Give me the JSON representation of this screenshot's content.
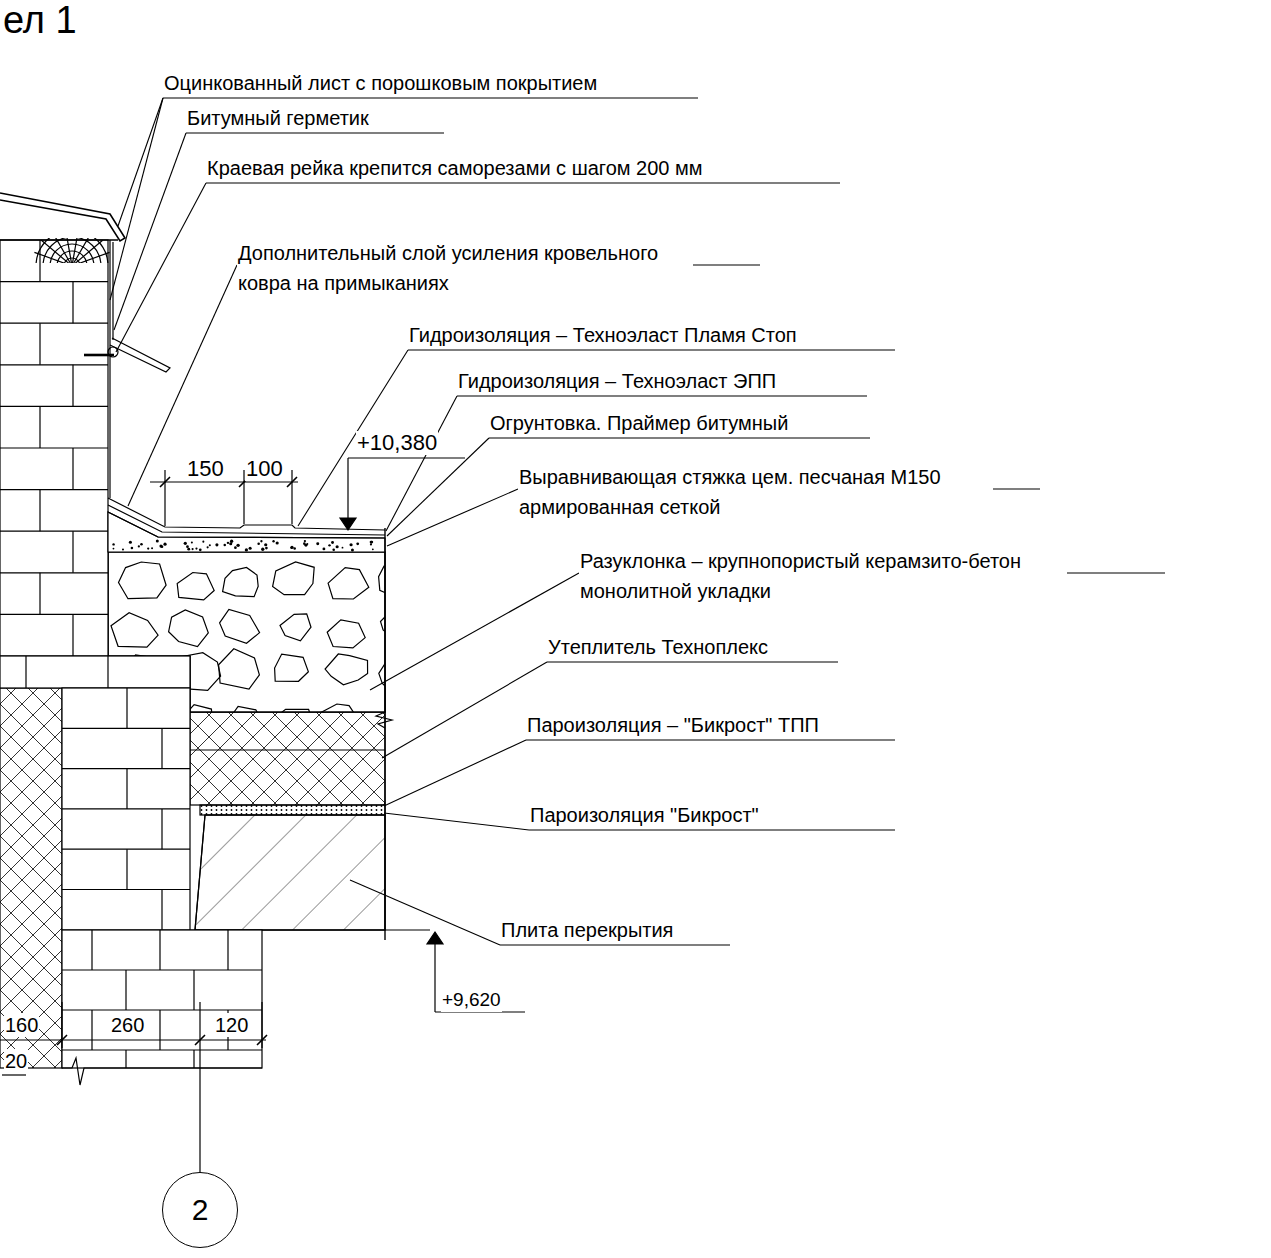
{
  "diagram": {
    "title": "ел 1",
    "nodes": [
      {
        "text": [
          "2"
        ]
      }
    ],
    "labels": [
      "Оцинкованный лист с порошковым покрытием",
      "Битумный герметик",
      "Краевая рейка крепится саморезами с шагом 200 мм",
      "Дополнительный слой усиления кровельного ковра на примыканиях",
      "Гидроизоляция – Техноэласт Пламя Стоп",
      "Гидроизоляция – Техноэласт ЭПП",
      "Огрунтовка. Праймер битумный",
      "Выравнивающая стяжка цем. песчаная М150 армированная сеткой",
      "Разуклонка – крупнопористый керамзито-бетон монолитной укладки",
      "Утеплитель Техноплекс",
      "Пароизоляция – \"Бикрост\" ТПП",
      "Пароизоляция \"Бикрост\"",
      "Плита перекрытия",
      "+10,380",
      "150",
      "100",
      "+9,620",
      "160",
      "260",
      "120",
      "20"
    ]
  }
}
